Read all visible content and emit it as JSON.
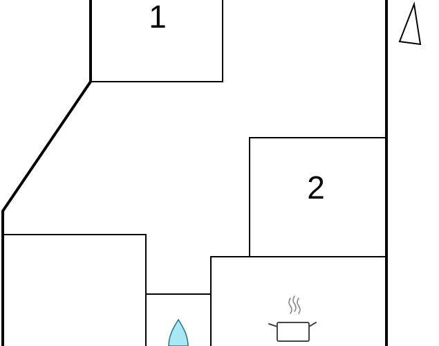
{
  "floorplan": {
    "rooms": [
      {
        "id": "room-1",
        "label": "1"
      },
      {
        "id": "room-2",
        "label": "2"
      }
    ],
    "icons": {
      "north": "north-arrow-icon",
      "shower": "shower-drop-icon",
      "kitchen": "cooking-pot-icon"
    },
    "colors": {
      "walls": "#000000",
      "shower_fill": "#a8e8f4",
      "shower_stroke": "#2a6f80"
    }
  }
}
